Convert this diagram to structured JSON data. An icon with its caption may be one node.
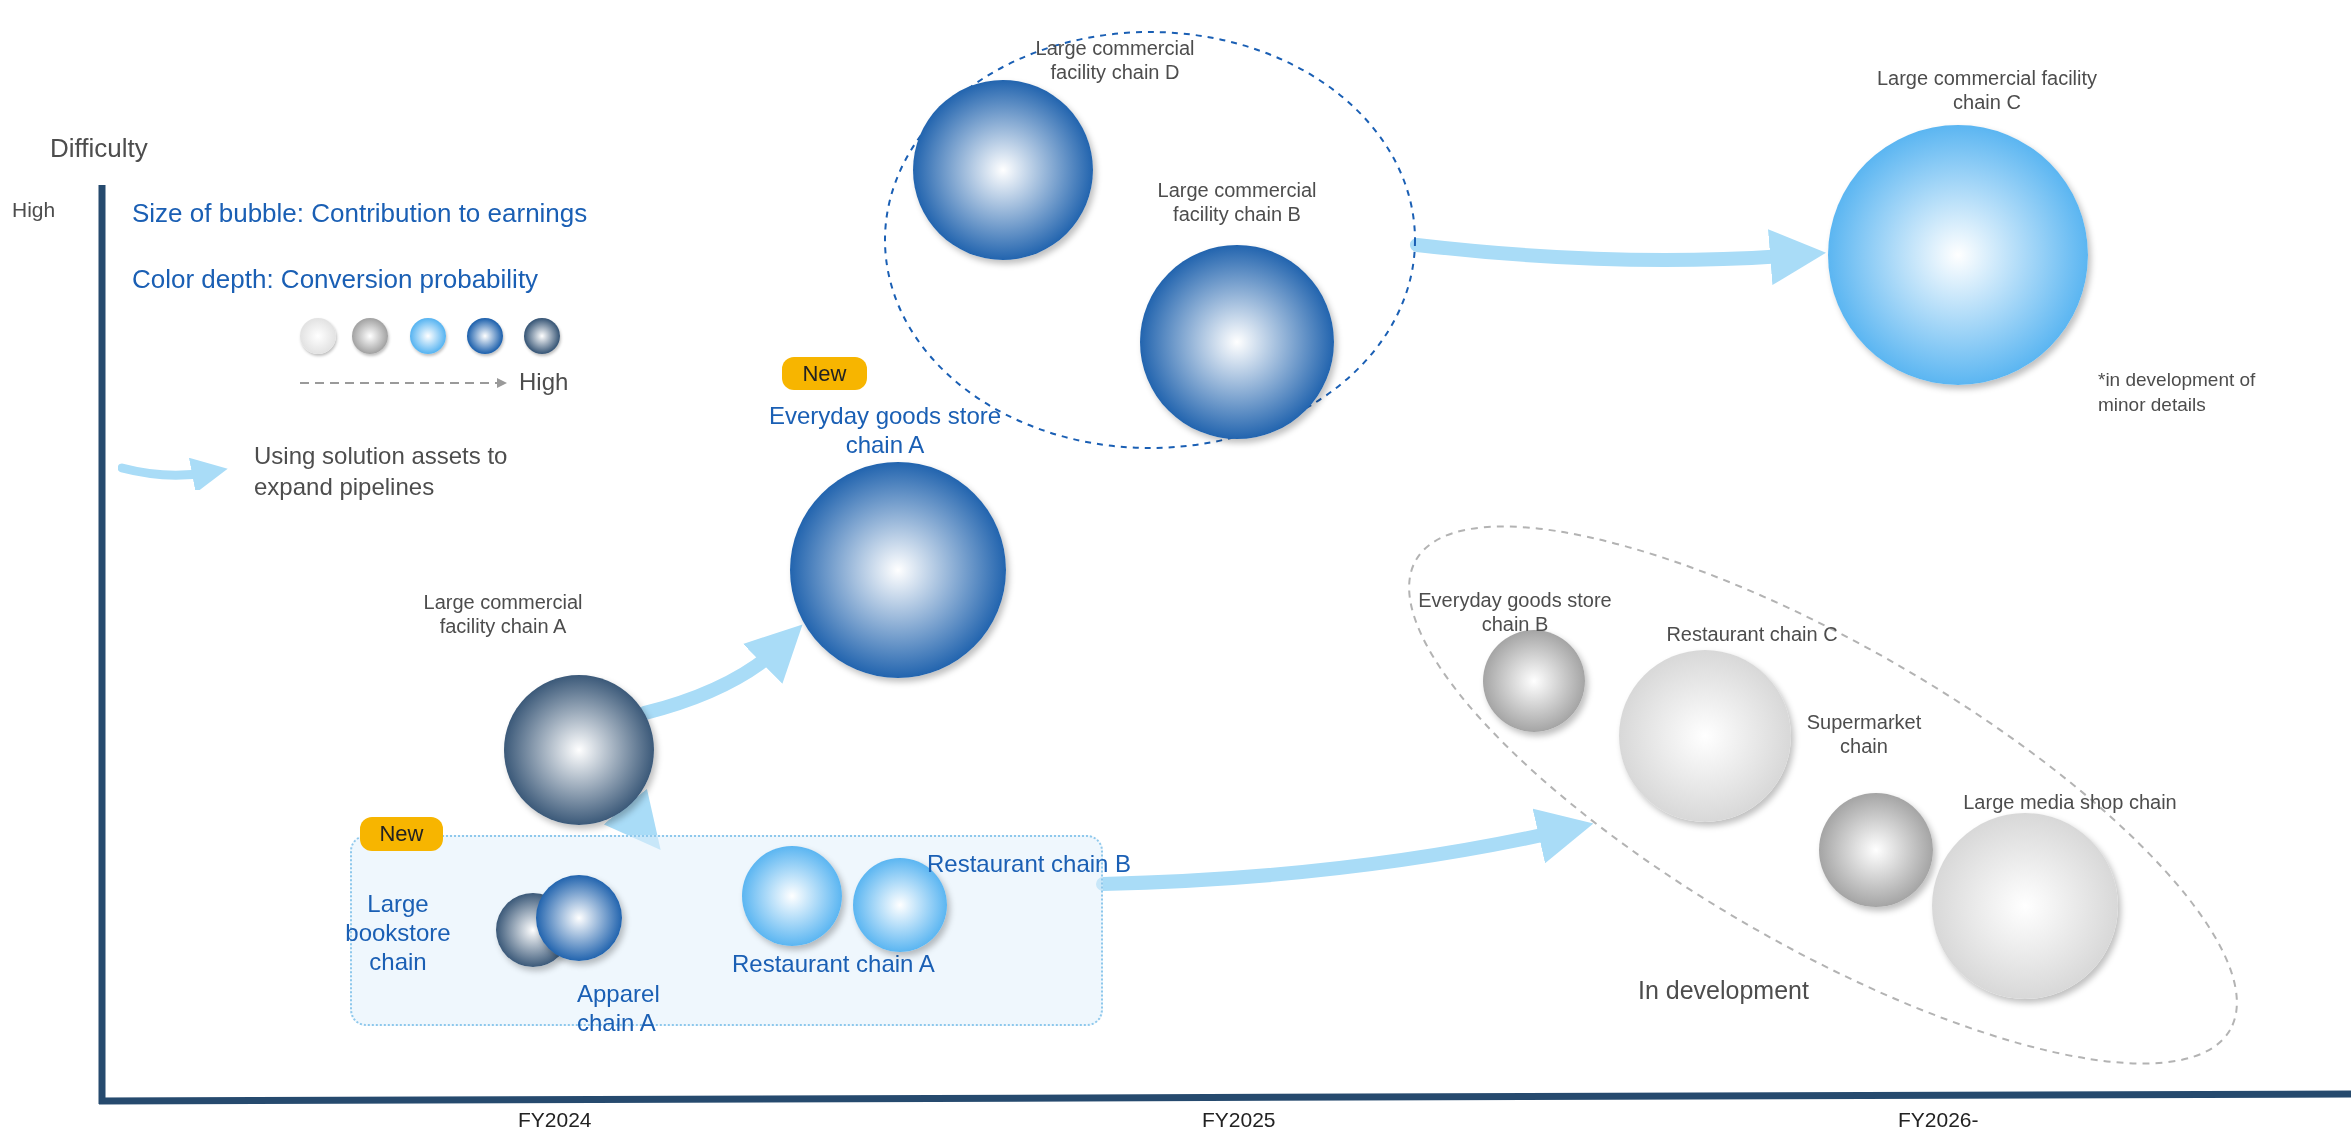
{
  "diagram": {
    "nodes": [
      {
        "text": [],
        "shape": "ellipse"
      },
      {
        "text": [
          "Large commercial facility chain D"
        ],
        "in": 0
      },
      {
        "text": [
          "Large commercial facility chain B"
        ],
        "in": 0
      },
      {
        "text": [
          "Large commercial facility chain C"
        ]
      },
      {
        "text": [
          "New"
        ]
      },
      {
        "text": [
          "Everyday goods store chain A"
        ]
      },
      {
        "text": [
          "Large commercial facility chain A"
        ]
      },
      {
        "text": [],
        "shape": "box"
      },
      {
        "text": [
          "New"
        ]
      },
      {
        "text": [
          "Large bookstore chain"
        ],
        "in": 7
      },
      {
        "text": [
          "Apparel chain A"
        ],
        "in": 7
      },
      {
        "text": [
          "Restaurant chain A"
        ],
        "in": 7
      },
      {
        "text": [
          "Restaurant chain B"
        ],
        "in": 7
      },
      {
        "text": [
          "In development"
        ]
      },
      {
        "text": [
          "Everyday goods store chain B"
        ],
        "in": 13
      },
      {
        "text": [
          "Restaurant chain C"
        ],
        "in": 13
      },
      {
        "text": [
          "Supermarket chain"
        ],
        "in": 13
      },
      {
        "text": [
          "Large media shop chain"
        ],
        "in": 13
      }
    ],
    "edges": [
      {
        "from": 0,
        "to": 3,
        "arrow": "to"
      },
      {
        "from": 6,
        "to": 5,
        "arrow": "to"
      },
      {
        "from": 6,
        "to": 7,
        "arrow": "to"
      },
      {
        "from": 7,
        "to": 13,
        "arrow": "to"
      }
    ],
    "labels": [
      "Difficulty",
      "High",
      "Size of bubble: Contribution to earnings",
      "Color depth: Conversion probability",
      "High",
      "FY2024",
      "FY2025",
      "FY2026-",
      "*in development of minor details"
    ],
    "legend": [
      {
        "text": "Using solution assets to expand pipelines"
      }
    ]
  }
}
